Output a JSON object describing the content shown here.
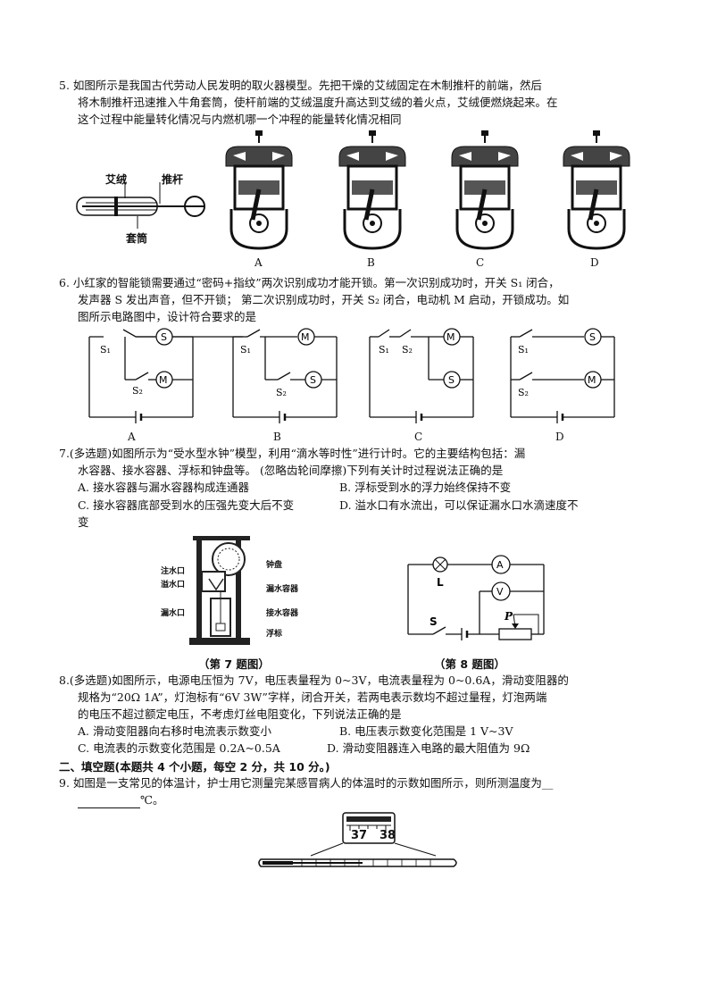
{
  "q5": {
    "lines": [
      "5.  如图所示是我国古代劳动人民发明的取火器模型。先把干燥的艾绒固定在木制推杆的前端，然后",
      "将木制推杆迅速推入牛角套筒，使杆前端的艾绒温度升高达到艾绒的着火点，艾绒便燃烧起来。在",
      "这个过程中能量转化情况与内燃机哪一个冲程的能量转化情况相同"
    ],
    "fig_labels": {
      "airong": "艾绒",
      "tuigan": "推杆",
      "taotong": "套筒"
    },
    "options": [
      "A",
      "B",
      "C",
      "D"
    ]
  },
  "q6": {
    "lines": [
      "6.  小红家的智能锁需要通过“密码+指纹”两次识别成功才能开锁。第一次识别成功时，开关 S₁ 闭合，",
      "发声器 S 发出声音，但不开锁；  第二次识别成功时，开关 S₂ 闭合，电动机 M 启动，开锁成功。如",
      "图所示电路图中，设计符合要求的是"
    ],
    "options": [
      "A",
      "B",
      "C",
      "D"
    ],
    "symbols": {
      "s1": "S₁",
      "s2": "S₂",
      "sounder": "S",
      "motor": "M"
    }
  },
  "q7": {
    "lines": [
      "7.(多选题)如图所示为“受水型水钟”模型，利用“滴水等时性”进行计时。它的主要结构包括：漏",
      "水容器、接水容器、浮标和钟盘等。  (忽略齿轮间摩擦)下列有关计时过程说法正确的是"
    ],
    "optA": "A.  接水容器与漏水容器构成连通器",
    "optB": "B.  浮标受到水的浮力始终保持不变",
    "optC": "C.  接水容器底部受到水的压强先变大后不变",
    "optD": "D.  溢水口有水流出，可以保证漏水口水滴速度不",
    "optD2": "变",
    "fig_labels": [
      "注水口",
      "溢水口",
      "漏水口",
      "钟盘",
      "漏水容器",
      "接水容器",
      "浮标"
    ],
    "caption": "（第 7 题图）"
  },
  "q8": {
    "lines": [
      "8.(多选题)如图所示，电源电压恒为 7V，电压表量程为 0~3V，电流表量程为 0~0.6A，滑动变阻器的",
      "规格为“20Ω  1A”，灯泡标有“6V 3W”字样，闭合开关，若两电表示数均不超过量程，灯泡两端",
      "的电压不超过额定电压，不考虑灯丝电阻变化，下列说法正确的是"
    ],
    "optA": "A.  滑动变阻器向右移时电流表示数变小",
    "optB": "B.  电压表示数变化范围是 1 V~3V",
    "optC": "C.  电流表的示数变化范围是 0.2A~0.5A",
    "optD": "D.  滑动变阻器连入电路的最大阻值为 9Ω",
    "fig_labels": {
      "lamp": "L",
      "ammeter": "A",
      "voltmeter": "V",
      "switch": "S",
      "slider": "P"
    },
    "caption": "（第 8 题图）"
  },
  "section2": "二、填空题(本题共 4 个小题，每空 2 分，共 10 分。)",
  "q9": {
    "line1": "9.  如图是一支常见的体温计，护士用它测量完某感冒病人的体温时的示数如图所示，则所测温度为__",
    "line2_suffix": "℃。",
    "scale_37": "37",
    "scale_38": "38"
  }
}
